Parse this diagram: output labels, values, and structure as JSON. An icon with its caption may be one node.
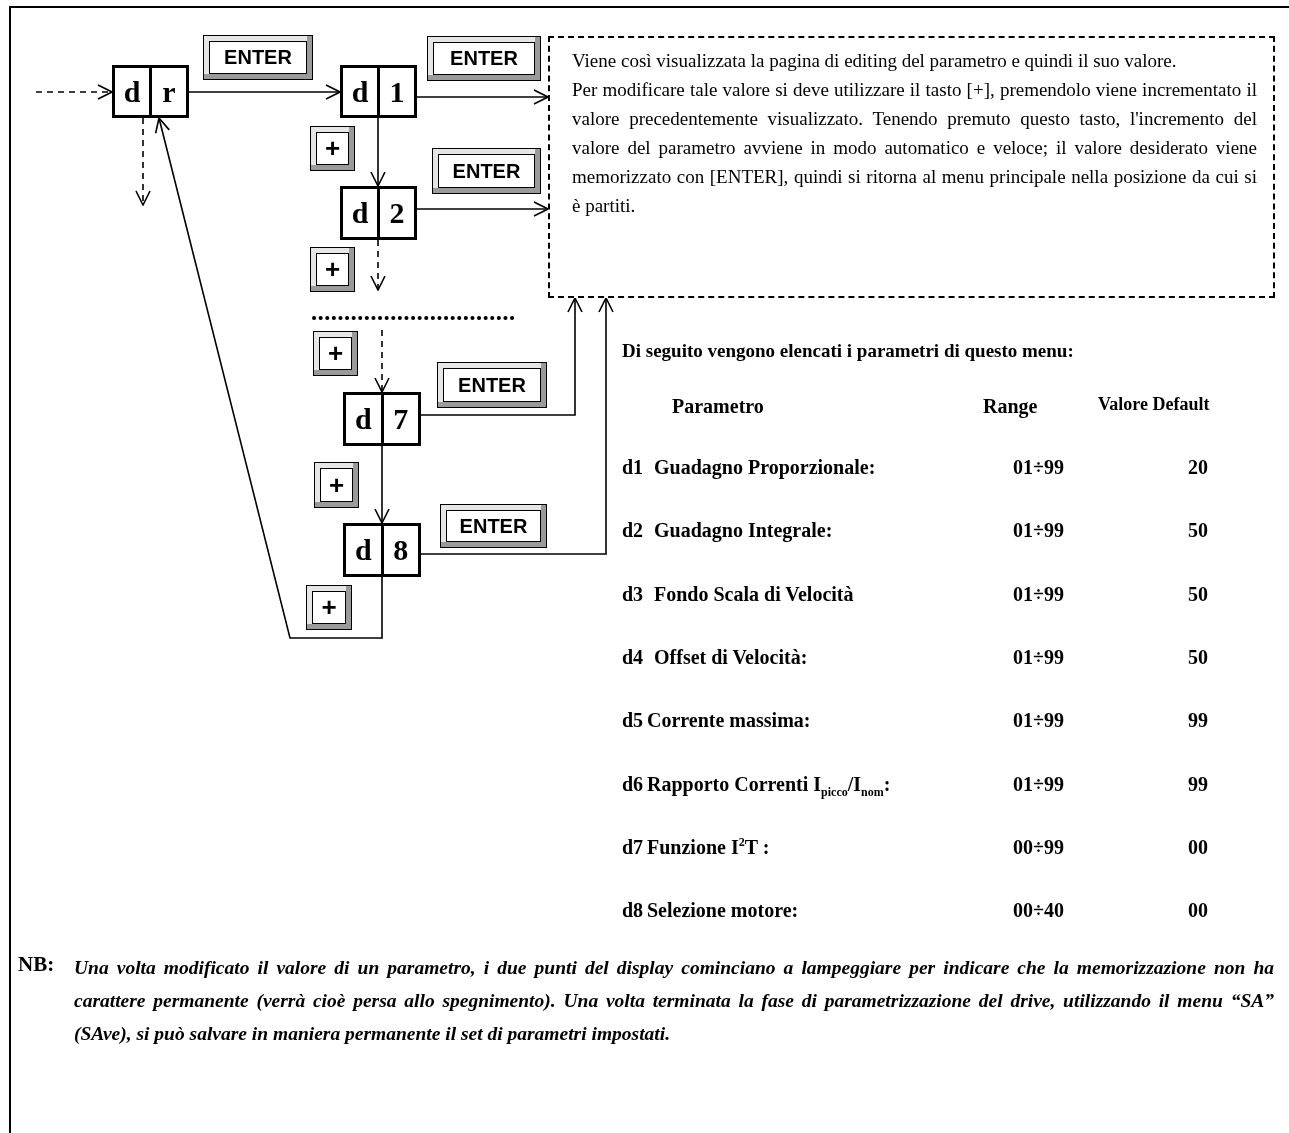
{
  "diagram": {
    "nodes": [
      {
        "text": [
          "d",
          "r"
        ]
      },
      {
        "text": [
          "d",
          "1"
        ]
      },
      {
        "text": [
          "d",
          "2"
        ]
      },
      {
        "text": [
          "d",
          "7"
        ]
      },
      {
        "text": [
          "d",
          "8"
        ]
      },
      {
        "text": [
          "Viene così visualizzata la pagina di editing del parametro e quindi il suo valore.",
          "Per modificare tale valore si deve utilizzare il tasto [+], premendolo viene incrementato il valore precedentemente visualizzato. Tenendo premuto questo tasto, l'incremento del valore del parametro avviene in modo automatico e veloce; il valore desiderato viene memorizzato con [ENTER], quindi si ritorna al menu principale nella posizione da cui si è partiti."
        ]
      }
    ],
    "edges": [
      {
        "from": null,
        "to": 0,
        "arrow": "to",
        "style": "dashed"
      },
      {
        "from": 0,
        "to": 1,
        "arrow": "to",
        "label": "ENTER"
      },
      {
        "from": 1,
        "to": 5,
        "arrow": "to",
        "label": "ENTER"
      },
      {
        "from": 1,
        "to": 2,
        "arrow": "to",
        "label": "+"
      },
      {
        "from": 2,
        "to": 5,
        "arrow": "to",
        "label": "ENTER"
      },
      {
        "from": 2,
        "to": null,
        "arrow": "to",
        "style": "dashed",
        "label": "+"
      },
      {
        "from": null,
        "to": 3,
        "arrow": "to",
        "style": "dashed",
        "label": "+"
      },
      {
        "from": 3,
        "to": 5,
        "arrow": "to",
        "label": "ENTER"
      },
      {
        "from": 3,
        "to": 4,
        "arrow": "to",
        "label": "+"
      },
      {
        "from": 4,
        "to": 5,
        "arrow": "to",
        "label": "ENTER"
      },
      {
        "from": 4,
        "to": 0,
        "arrow": "to",
        "label": "+"
      },
      {
        "from": 0,
        "to": null,
        "arrow": "to",
        "style": "dashed"
      }
    ],
    "labels": [
      "Di seguito vengono elencati i parametri di questo menu:",
      "Parametro",
      "Range",
      "Valore Default",
      "d1",
      "Guadagno Proporzionale:",
      "01÷99",
      "20",
      "d2",
      "Guadagno Integrale:",
      "01÷99",
      "50",
      "d3",
      "Fondo Scala di Velocità",
      "01÷99",
      "50",
      "d4",
      "Offset di Velocità:",
      "01÷99",
      "50",
      "d5",
      "Corrente massima:",
      "01÷99",
      "99",
      "d6",
      "Rapporto Correnti I$_{picco}$/I$_{nom}$:",
      "01÷99",
      "99",
      "d7",
      "Funzione  I$^{2}$T :",
      "00÷99",
      "00",
      "d8",
      "Selezione motore:",
      "00÷40",
      "00",
      "NB:",
      "Una volta modificato il valore di un parametro, i due punti del display cominciano a lampeggiare per indicare che la memorizzazione non ha carattere permanente (verrà cioè persa allo spegnimento). Una volta terminata la fase di parametrizzazione del drive, utilizzando il menu “SA” (SAve), si può salvare in maniera permanente il set di parametri impostati."
    ]
  }
}
